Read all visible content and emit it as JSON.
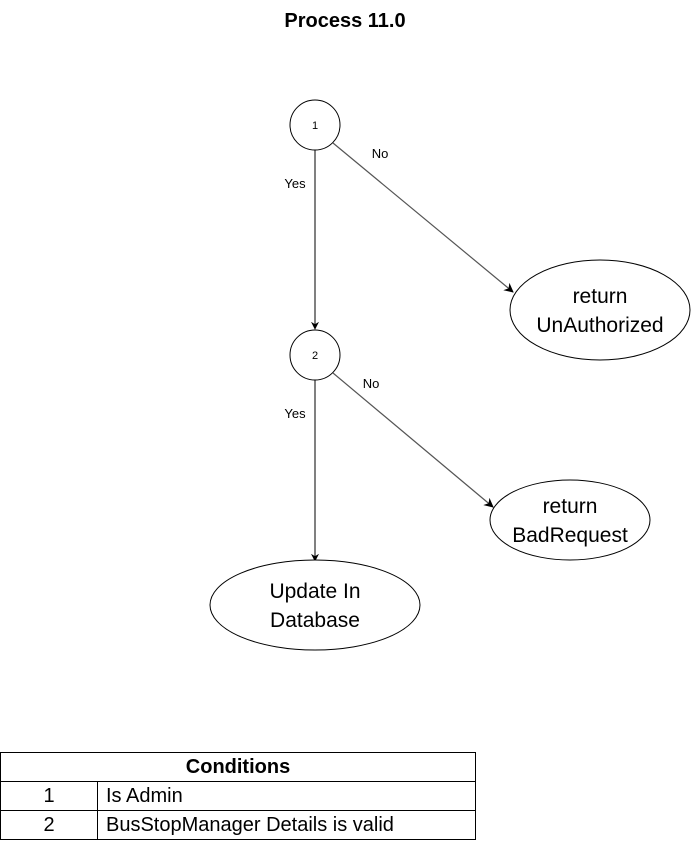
{
  "title": "Process 11.0",
  "nodes": {
    "decision1": "1",
    "decision2": "2"
  },
  "edge_labels": {
    "d1_yes": "Yes",
    "d1_no": "No",
    "d2_yes": "Yes",
    "d2_no": "No"
  },
  "terminals": {
    "unauthorized": [
      "return",
      "UnAuthorized"
    ],
    "badrequest": [
      "return",
      "BadRequest"
    ],
    "update": [
      "Update In",
      "Database"
    ]
  },
  "conditions": {
    "header": "Conditions",
    "rows": [
      {
        "num": "1",
        "text": "Is Admin"
      },
      {
        "num": "2",
        "text": "BusStopManager Details is valid"
      }
    ]
  }
}
